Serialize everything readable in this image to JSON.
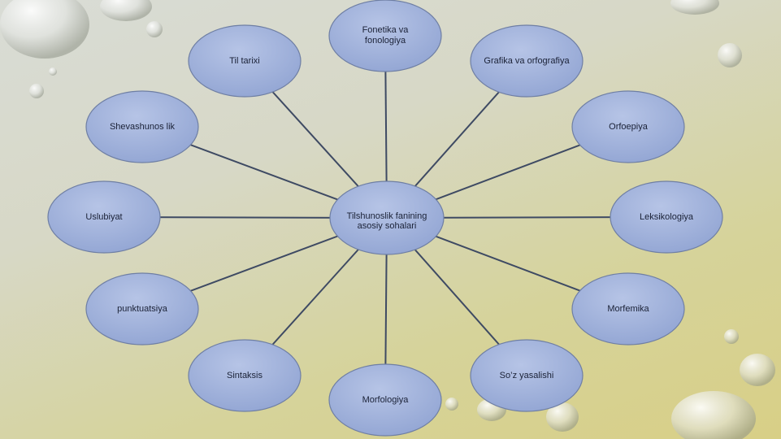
{
  "diagram": {
    "center": {
      "id": "center",
      "label": "Tilshunoslik fanining asosiy sohalari"
    },
    "branches": [
      {
        "id": "fonetika",
        "label": "Fonetika va fonologiya"
      },
      {
        "id": "grafika",
        "label": "Grafika va orfografiya"
      },
      {
        "id": "orfoepiya",
        "label": "Orfoepiya"
      },
      {
        "id": "leksikologiya",
        "label": "Leksikologiya"
      },
      {
        "id": "morfemika",
        "label": "Morfemika"
      },
      {
        "id": "soz-yasalishi",
        "label": "So’z yasalishi"
      },
      {
        "id": "morfologiya",
        "label": "Morfologiya"
      },
      {
        "id": "sintaksis",
        "label": "Sintaksis"
      },
      {
        "id": "punktuatsiya",
        "label": "punktuatsiya"
      },
      {
        "id": "uslubiyat",
        "label": "Uslubiyat"
      },
      {
        "id": "shevashunoslik",
        "label": "Shevashunos lik"
      },
      {
        "id": "til-tarixi",
        "label": "Til tarixi"
      }
    ]
  },
  "colors": {
    "node_fill": "#9fb1d9",
    "node_stroke": "#6f7fa4",
    "line": "#3e4a63",
    "text": "#1b2237",
    "background_top": "#d9dcd6",
    "background_bottom": "#d8cf86"
  }
}
